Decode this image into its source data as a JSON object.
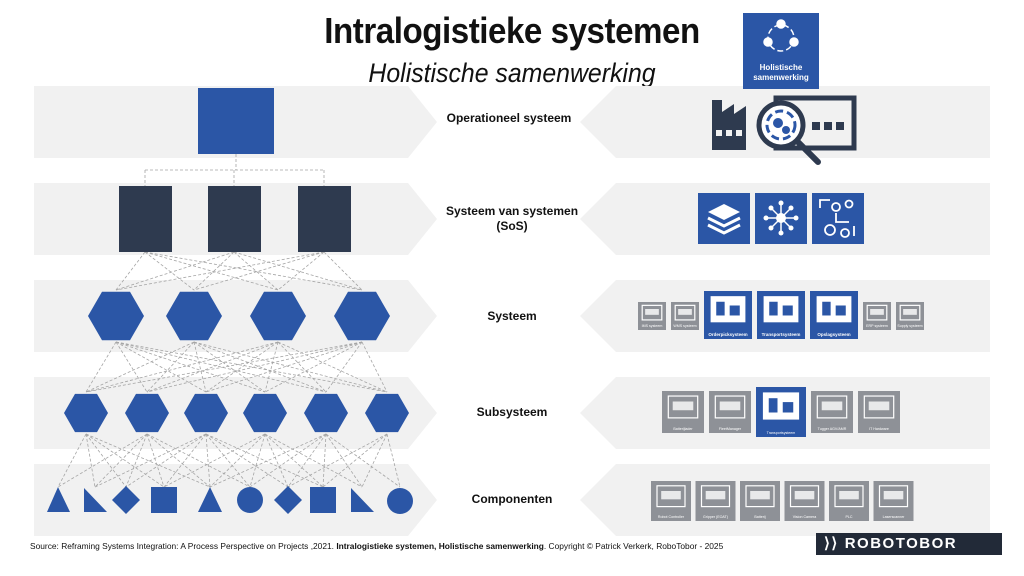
{
  "header": {
    "title": "Intralogistieke systemen",
    "subtitle": "Holistische samenwerking"
  },
  "levels": [
    {
      "label": "Operationeel systeem"
    },
    {
      "label_line1": "Systeem van systemen",
      "label_line2": "(SoS)"
    },
    {
      "label": "Systeem"
    },
    {
      "label": "Subsysteem"
    },
    {
      "label": "Componenten"
    }
  ],
  "holistic_badge": {
    "line1": "Holistische",
    "line2": "samenwerking",
    "icon": "people-cycle-icon"
  },
  "operational_icon": "factory-magnifier-icon",
  "sos_icons": [
    "layers-icon",
    "network-nodes-icon",
    "workflow-gears-icon"
  ],
  "system_icons": [
    {
      "label": "IMS systeem",
      "highlight": false
    },
    {
      "label": "WMS systeem",
      "highlight": false
    },
    {
      "label": "Orderpicksysteem",
      "highlight": true
    },
    {
      "label": "Transportsysteem",
      "highlight": true
    },
    {
      "label": "Opslagsysteem",
      "highlight": true
    },
    {
      "label": "ERP systeem",
      "highlight": false
    },
    {
      "label": "Supply systeem",
      "highlight": false
    }
  ],
  "subsystem_icons": [
    {
      "label": "Batterijlader",
      "highlight": false
    },
    {
      "label": "FleetManager",
      "highlight": false
    },
    {
      "label": "Transportsysteem",
      "highlight": true
    },
    {
      "label": "Tugger AGV/AMR",
      "highlight": false
    },
    {
      "label": "IT Hardware",
      "highlight": false
    }
  ],
  "component_icons": [
    {
      "label": "Robot Controller"
    },
    {
      "label": "Gripper (EOAT)"
    },
    {
      "label": "Batterij"
    },
    {
      "label": "Vision Camera"
    },
    {
      "label": "PLC"
    },
    {
      "label": "Laserscanner"
    }
  ],
  "footer": {
    "source": "Source: Reframing Systems Integration: A Process Perspective on Projects ,2021. ",
    "bold": "Intralogistieke systemen, Holistische samenwerking",
    "rest": ". Copyright © Patrick Verkerk, RoboTobor - 2025"
  },
  "logo": {
    "text": "ROBOTOBOR"
  },
  "colors": {
    "blue": "#2b56a6",
    "dark": "#2e3a4f",
    "band": "#f1f1f1",
    "icon_grey": "#8e9197",
    "line": "#a5a5a5"
  }
}
